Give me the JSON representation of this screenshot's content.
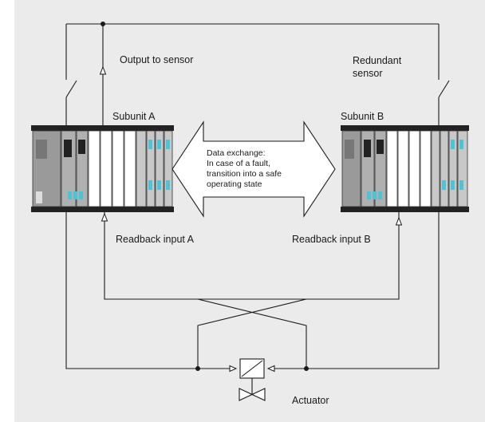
{
  "colors": {
    "background": "#ebebeb",
    "rack_dark": "#222222",
    "module_gray": "#9a9a9a",
    "module_white": "#ffffff",
    "led_cyan": "#4fc3d6"
  },
  "labels": {
    "output_to_sensor": "Output to sensor",
    "redundant_sensor_1": "Redundant",
    "redundant_sensor_2": "sensor",
    "subunit_a": "Subunit A",
    "subunit_b": "Subunit B",
    "data_exchange_1": "Data exchange:",
    "data_exchange_2": "In case of a fault,",
    "data_exchange_3": "transition into a safe",
    "data_exchange_4": "operating state",
    "readback_a": "Readback input A",
    "readback_b": "Readback input B",
    "actuator": "Actuator"
  },
  "icons": {
    "switch_left": "normally-open-contact-icon",
    "switch_right": "normally-open-contact-icon",
    "valve": "valve-icon",
    "solenoid": "solenoid-icon"
  }
}
